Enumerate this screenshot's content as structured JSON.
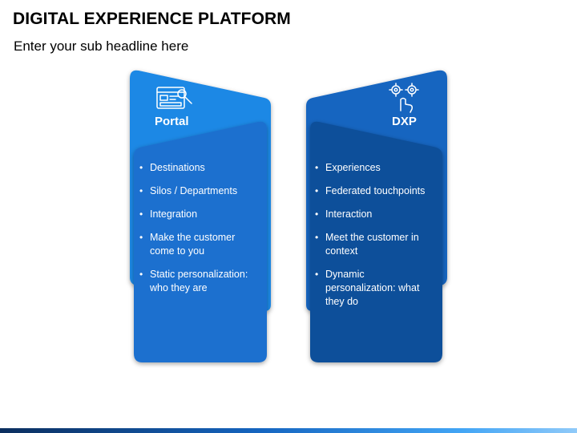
{
  "slide": {
    "title": "DIGITAL EXPERIENCE PLATFORM",
    "subtitle": "Enter your sub headline here"
  },
  "cards": [
    {
      "title": "Portal",
      "icon": "website-search-icon",
      "color_back": "#1e88e5",
      "color_front": "#1e6fcf",
      "points": [
        "Destinations",
        "Silos / Departments",
        "Integration",
        "Make the customer come to you",
        "Static personalization: who they are"
      ]
    },
    {
      "title": "DXP",
      "icon": "gears-hand-icon",
      "color_back": "#1565c0",
      "color_front": "#0d4f9a",
      "points": [
        "Experiences",
        "Federated touchpoints",
        "Interaction",
        "Meet the customer in context",
        "Dynamic personalization: what they do"
      ]
    }
  ],
  "colors": {
    "background": "#ffffff",
    "text": "#000000"
  }
}
